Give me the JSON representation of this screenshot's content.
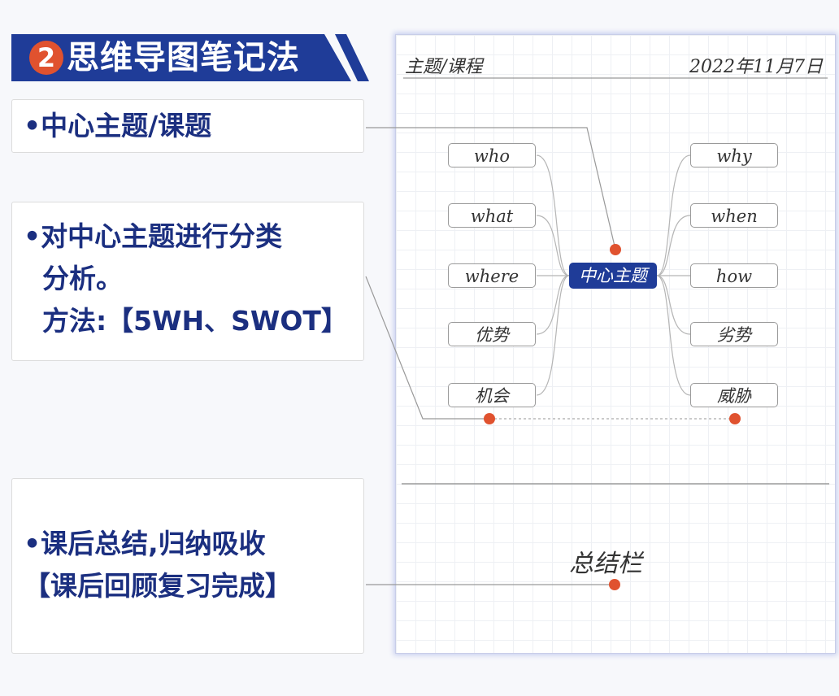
{
  "header": {
    "number": "2",
    "title": "思维导图笔记法"
  },
  "left_boxes": [
    {
      "lines": [
        "•中心主题/课题"
      ]
    },
    {
      "lines": [
        "•对中心主题进行分类",
        "  分析。",
        "  方法:【5WH、SWOT】"
      ]
    },
    {
      "lines": [
        "•课后总结,归纳吸收",
        "【课后回顾复习完成】"
      ]
    }
  ],
  "paper": {
    "title": "主题/课程",
    "date": "2022年11月7日",
    "center_topic": "中心主题",
    "left_nodes": [
      "who",
      "what",
      "where",
      "优势",
      "机会"
    ],
    "right_nodes": [
      "why",
      "when",
      "how",
      "劣势",
      "威胁"
    ],
    "summary_label": "总结栏"
  },
  "colors": {
    "brand_blue": "#1f3c98",
    "accent_red": "#e0522f",
    "text_blue": "#1b2f80"
  }
}
